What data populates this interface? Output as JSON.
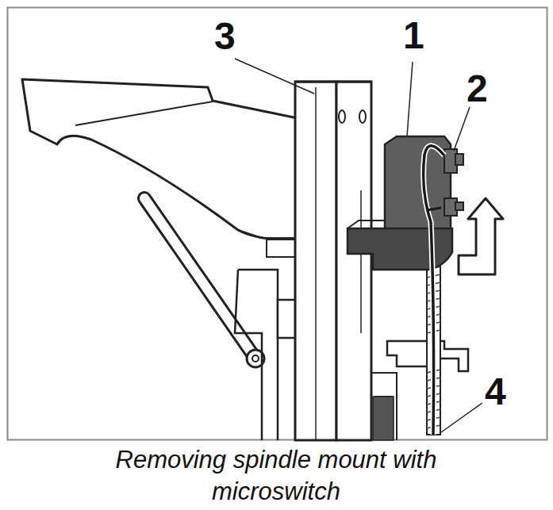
{
  "diagram": {
    "caption": "Removing spindle mount with microswitch",
    "labels": [
      "3",
      "1",
      "2",
      "4"
    ]
  }
}
